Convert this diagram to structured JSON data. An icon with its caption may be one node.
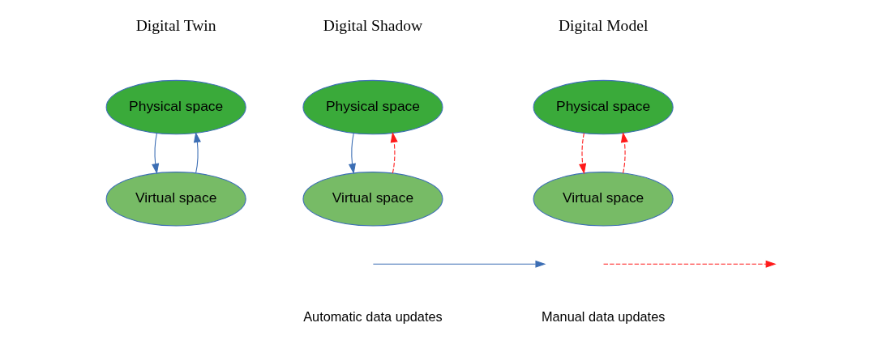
{
  "diagram": {
    "nodes": [
      {
        "text": [
          "Physical space"
        ]
      },
      {
        "text": [
          "Virtual space"
        ]
      },
      {
        "text": [
          "Physical space"
        ]
      },
      {
        "text": [
          "Virtual space"
        ]
      },
      {
        "text": [
          "Physical space"
        ]
      },
      {
        "text": [
          "Virtual space"
        ]
      }
    ],
    "edges": [
      {
        "from": 0,
        "to": 1,
        "arrow": "to",
        "color": "#3c6eb4"
      },
      {
        "from": 1,
        "to": 0,
        "arrow": "to",
        "color": "#3c6eb4"
      },
      {
        "from": 2,
        "to": 3,
        "arrow": "to",
        "color": "#3c6eb4"
      },
      {
        "from": 3,
        "to": 2,
        "arrow": "to",
        "style": "dashed",
        "color": "#ff1a1a"
      },
      {
        "from": 4,
        "to": 5,
        "arrow": "to",
        "style": "dashed",
        "color": "#ff1a1a"
      },
      {
        "from": 5,
        "to": 4,
        "arrow": "to",
        "style": "dashed",
        "color": "#ff1a1a"
      }
    ],
    "labels": [
      "Digital Twin",
      "Digital Shadow",
      "Digital Model"
    ],
    "legend": [
      {
        "text": "Automatic data updates"
      },
      {
        "text": "Manual data updates"
      }
    ]
  }
}
